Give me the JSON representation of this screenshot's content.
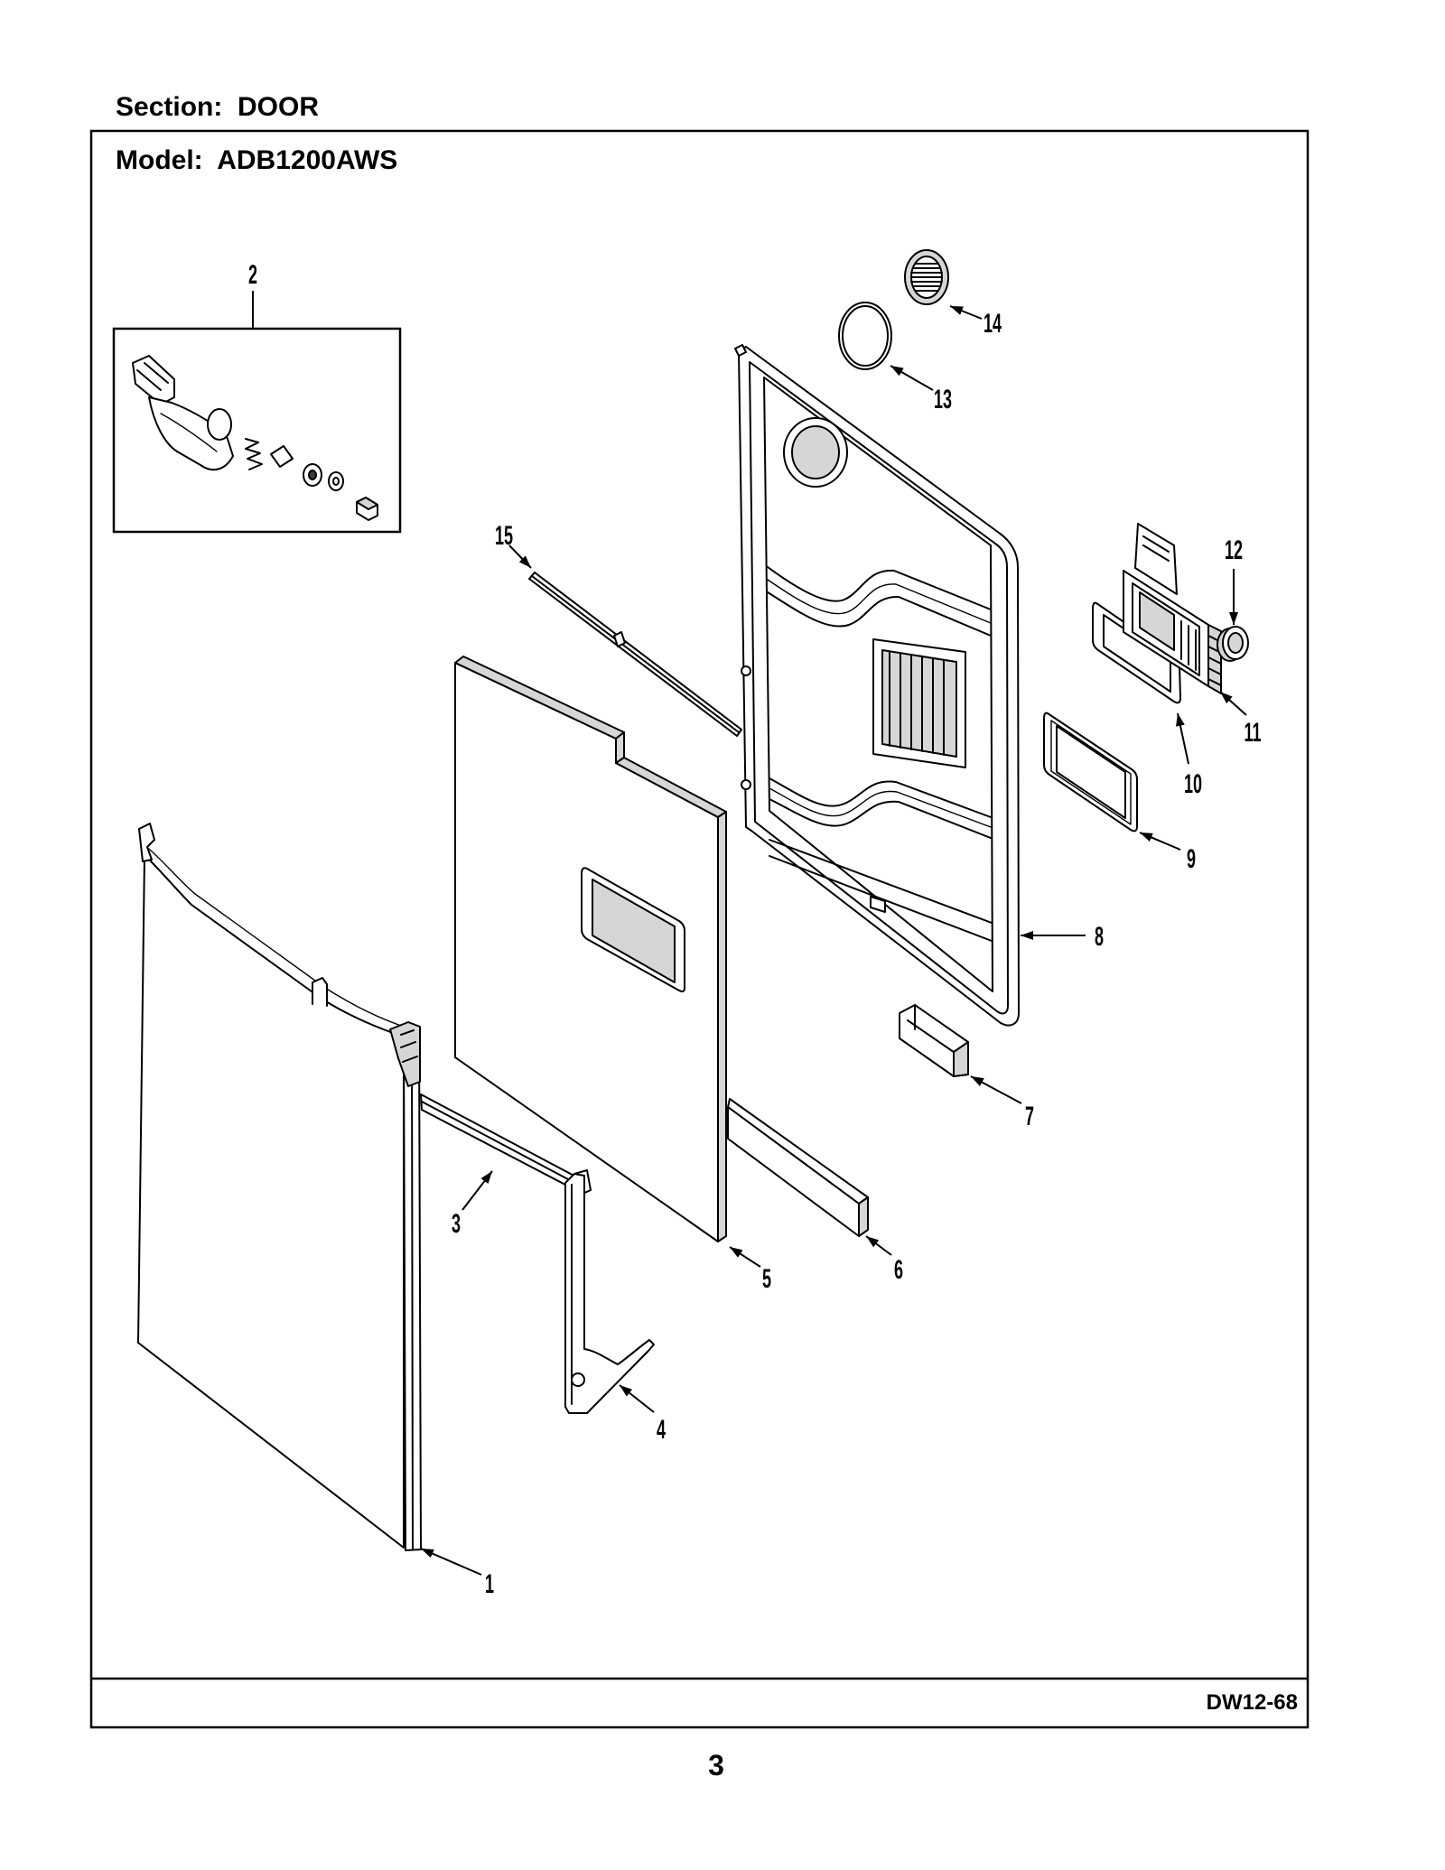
{
  "header": {
    "section": "Section:  DOOR",
    "model": "Model:  ADB1200AWS"
  },
  "callouts": [
    "1",
    "2",
    "3",
    "4",
    "5",
    "6",
    "7",
    "8",
    "9",
    "10",
    "11",
    "12",
    "13",
    "14",
    "15"
  ],
  "footer": {
    "diagram_code": "DW12-68",
    "page_number": "3"
  }
}
